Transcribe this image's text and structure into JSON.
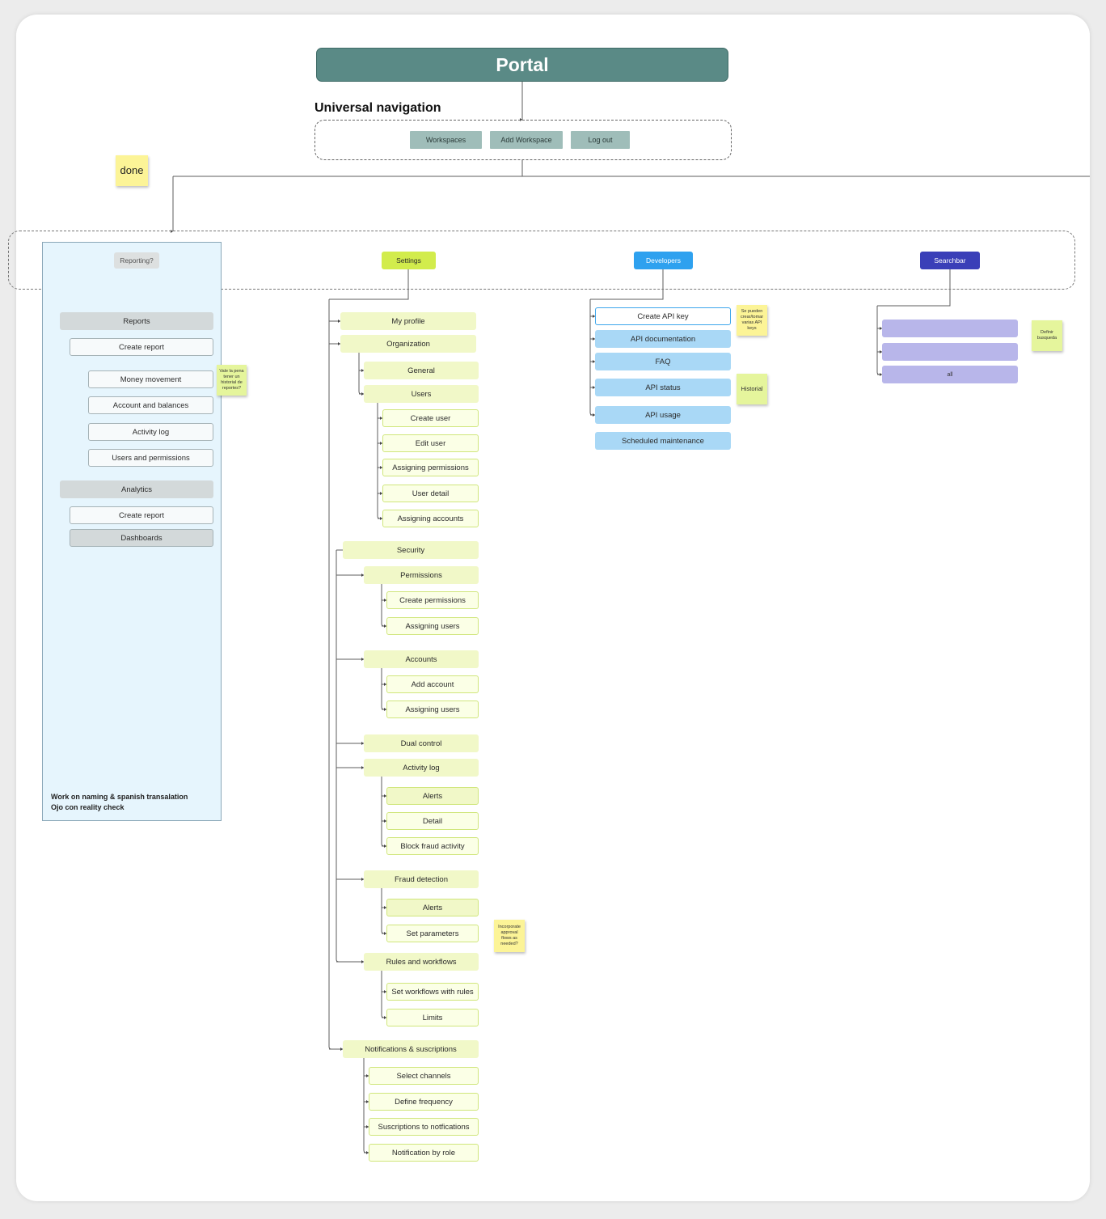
{
  "portal": {
    "title": "Portal"
  },
  "navigation": {
    "title": "Universal navigation",
    "buttons": [
      "Workspaces",
      "Add Workspace",
      "Log out"
    ]
  },
  "stickies": {
    "done": "done",
    "report_history": "Vale la pena tener un historial de reportes?",
    "api_keys": "Se pueden crear/tomar varias API keys",
    "historial": "Historial",
    "definir_busqueda": "Definir busqueda",
    "approval_flows": "Incorporate approval flows as needed?"
  },
  "reporting": {
    "label": "Reporting?",
    "note_line1": "Work on naming & spanish transalation",
    "note_line2": "Ojo con reality check",
    "reports": "Reports",
    "reports_create": "Create report",
    "reports_items": [
      "Money movement",
      "Account and balances",
      "Activity log",
      "Users and permissions"
    ],
    "analytics": "Analytics",
    "analytics_create": "Create report",
    "analytics_dashboards": "Dashboards"
  },
  "settings": {
    "label": "Settings",
    "my_profile": "My profile",
    "organization": "Organization",
    "general": "General",
    "users": "Users",
    "users_items": [
      "Create user",
      "Edit user",
      "Assigning permissions",
      "User detail",
      "Assigning accounts"
    ],
    "security": "Security",
    "permissions": "Permissions",
    "permissions_items": [
      "Create permissions",
      "Assigning users"
    ],
    "accounts": "Accounts",
    "accounts_items": [
      "Add account",
      "Assigning users"
    ],
    "dual_control": "Dual control",
    "activity_log": "Activity log",
    "activity_items": [
      "Alerts",
      "Detail",
      "Block fraud activity"
    ],
    "fraud_detection": "Fraud detection",
    "fraud_items": [
      "Alerts",
      "Set parameters"
    ],
    "rules": "Rules and workflows",
    "rules_items": [
      "Set workflows with rules",
      "Limits"
    ],
    "notifications": "Notifications & suscriptions",
    "notifications_items": [
      "Select channels",
      "Define frequency",
      "Suscriptions to notfications",
      "Notification by role"
    ]
  },
  "developers": {
    "label": "Developers",
    "items": [
      "Create API key",
      "API documentation",
      "FAQ",
      "API status",
      "API usage",
      "Scheduled maintenance"
    ]
  },
  "searchbar": {
    "label": "Searchbar",
    "items": [
      "",
      "",
      "all"
    ]
  },
  "colors": {
    "portal": "#5a8a86",
    "settings": "#d2ec4c",
    "developers": "#2ea1ef",
    "searchbar": "#3a3fb8",
    "reporting_panel": "#e6f5fd",
    "sticky": "#fcf497"
  }
}
